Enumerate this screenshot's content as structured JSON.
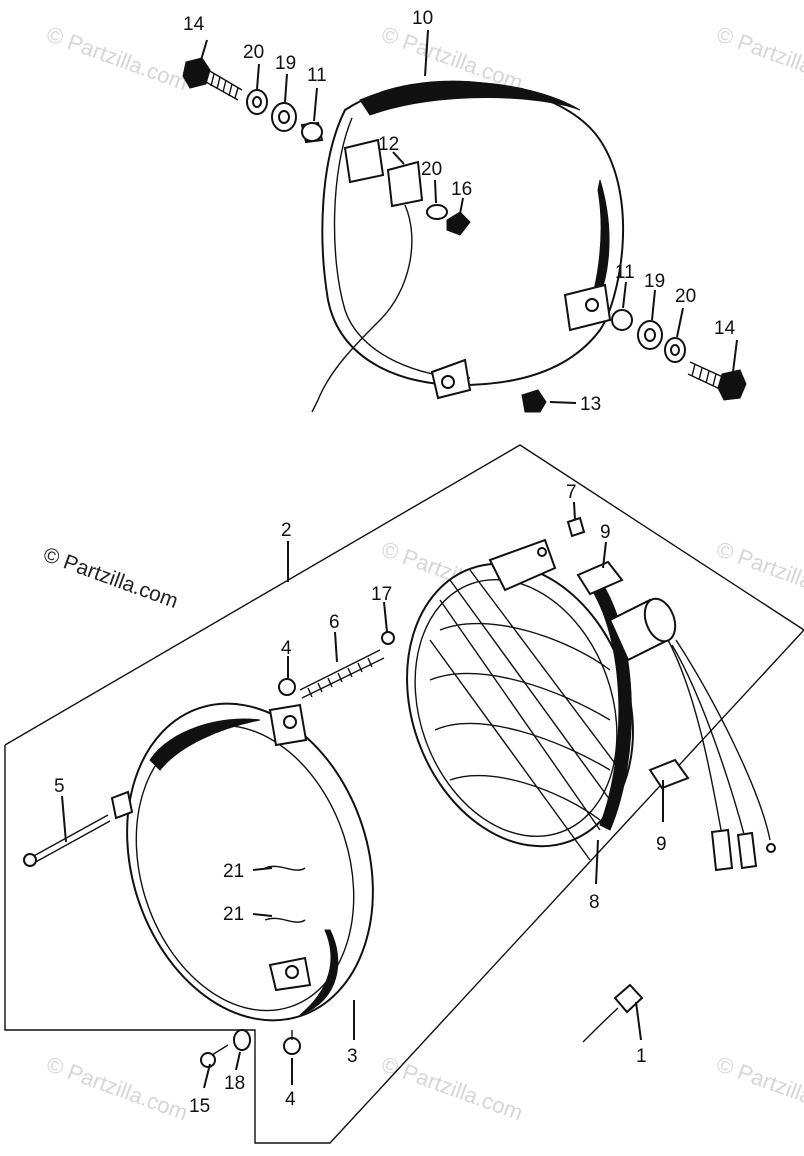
{
  "watermark": "© Partzilla.com",
  "callouts": {
    "c1": "1",
    "c2": "2",
    "c3": "3",
    "c4a": "4",
    "c4b": "4",
    "c5": "5",
    "c6": "6",
    "c7": "7",
    "c8": "8",
    "c9a": "9",
    "c9b": "9",
    "c10": "10",
    "c11a": "11",
    "c11b": "11",
    "c12": "12",
    "c13": "13",
    "c14a": "14",
    "c14b": "14",
    "c15": "15",
    "c16": "16",
    "c17": "17",
    "c18": "18",
    "c19a": "19",
    "c19b": "19",
    "c20a": "20",
    "c20b": "20",
    "c20c": "20",
    "c21a": "21",
    "c21b": "21"
  }
}
